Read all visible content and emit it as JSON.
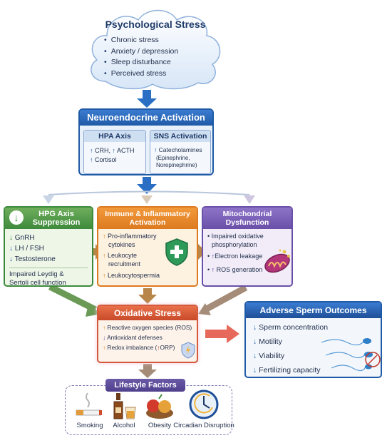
{
  "stress": {
    "title": "Psychological Stress",
    "items": [
      "Chronic stress",
      "Anxiety / depression",
      "Sleep disturbance",
      "Perceived stress"
    ]
  },
  "neuro": {
    "title": "Neuroendocrine Activation",
    "hpa": {
      "title": "HPA Axis",
      "line1": "CRH, ",
      "line1b": "ACTH",
      "line2": "Cortisol"
    },
    "sns": {
      "title": "SNS Activation",
      "line1": "Catecholamines",
      "line2": "(Epinephrine,",
      "line3": "Norepinephrine)"
    }
  },
  "hpg": {
    "title1": "HPG Axis",
    "title2": "Suppression",
    "items": [
      "GnRH",
      "LH / FSH",
      "Testosterone"
    ],
    "note1": "Impaired Leydig &",
    "note2": "Sertoli cell function"
  },
  "immune": {
    "title1": "Immune & Inflammatory",
    "title2": "Activation",
    "item1a": "Pro-inflammatory",
    "item1b": "cytokines",
    "item2a": "Leukocyte",
    "item2b": "recruitment",
    "item3": "Leukocytospermia"
  },
  "mito": {
    "title1": "Mitochondrial",
    "title2": "Dysfunction",
    "item1a": "Impaired oxidative",
    "item1b": "phosphorylation",
    "item2": "Electron leakage",
    "item3": "ROS generation"
  },
  "oxidative": {
    "title": "Oxidative Stress",
    "item1": "Reactive oxygen species (ROS)",
    "item2": "Antioxidant defenses",
    "item3": "Redox imbalance (",
    "item3b": "ORP)"
  },
  "adverse": {
    "title": "Adverse Sperm Outcomes",
    "items": [
      "Sperm concentration",
      "Motility",
      "Viability",
      "Fertilizing capacity"
    ]
  },
  "lifestyle": {
    "title": "Lifestyle Factors",
    "items": [
      "Smoking",
      "Alcohol",
      "Obesity",
      "Circadian Disruption"
    ]
  },
  "colors": {
    "blue": "#1f5aa6",
    "green": "#3e8a3c",
    "orange": "#dd7a1f",
    "purple": "#6a4fa8",
    "red": "#d35a3a",
    "lifestyle": "#4f3f8c"
  }
}
